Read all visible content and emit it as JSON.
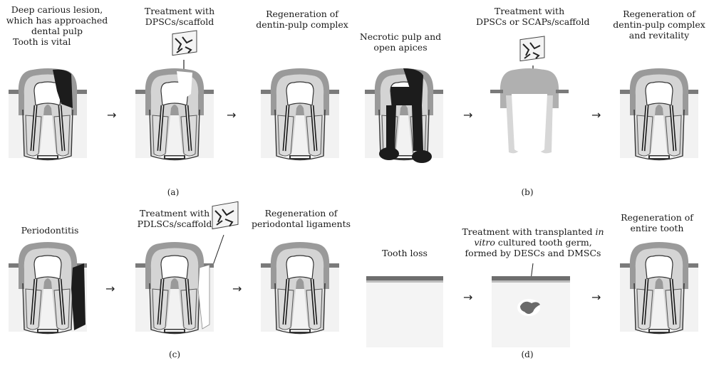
{
  "panel_a": {
    "caption": "(a)",
    "stage1": {
      "line1": "Deep carious lesion,",
      "line2": "which has approached",
      "line3": "dental pulp",
      "line4": "Tooth is vital"
    },
    "stage2": {
      "line1": "Treatment with",
      "line2": "DPSCs/scaffold"
    },
    "stage3": {
      "line1": "Regeneration of",
      "line2": "dentin-pulp complex"
    }
  },
  "panel_b": {
    "caption": "(b)",
    "stage1": {
      "line1": "Necrotic pulp and",
      "line2": "open apices"
    },
    "stage2": {
      "line1": "Treatment with",
      "line2": "DPSCs or SCAPs/scaffold"
    },
    "stage3": {
      "line1": "Regeneration of",
      "line2": "dentin-pulp complex",
      "line3": "and revitality"
    }
  },
  "panel_c": {
    "caption": "(c)",
    "stage1": {
      "line1": "Periodontitis"
    },
    "stage2": {
      "line1": "Treatment with",
      "line2": "PDLSCs/scaffold"
    },
    "stage3": {
      "line1": "Regeneration of",
      "line2": "periodontal ligaments"
    }
  },
  "panel_d": {
    "caption": "(d)",
    "stage1": {
      "line1": "Tooth loss"
    },
    "stage2": {
      "line1a": "Treatment with transplanted ",
      "line1b": "in",
      "line2a": "vitro",
      "line2b": " cultured tooth germ,",
      "line3": "formed by DESCs and DMSCs"
    },
    "stage3": {
      "line1": "Regeneration of",
      "line2": "entire tooth"
    }
  },
  "arrow_glyph": "→",
  "colors": {
    "enamel": "#9a9a9a",
    "dentin": "#d3d3d3",
    "pulp": "#ffffff",
    "lesion": "#1c1c1c",
    "gum": "#8a8a8a",
    "bone": "#efefef"
  }
}
